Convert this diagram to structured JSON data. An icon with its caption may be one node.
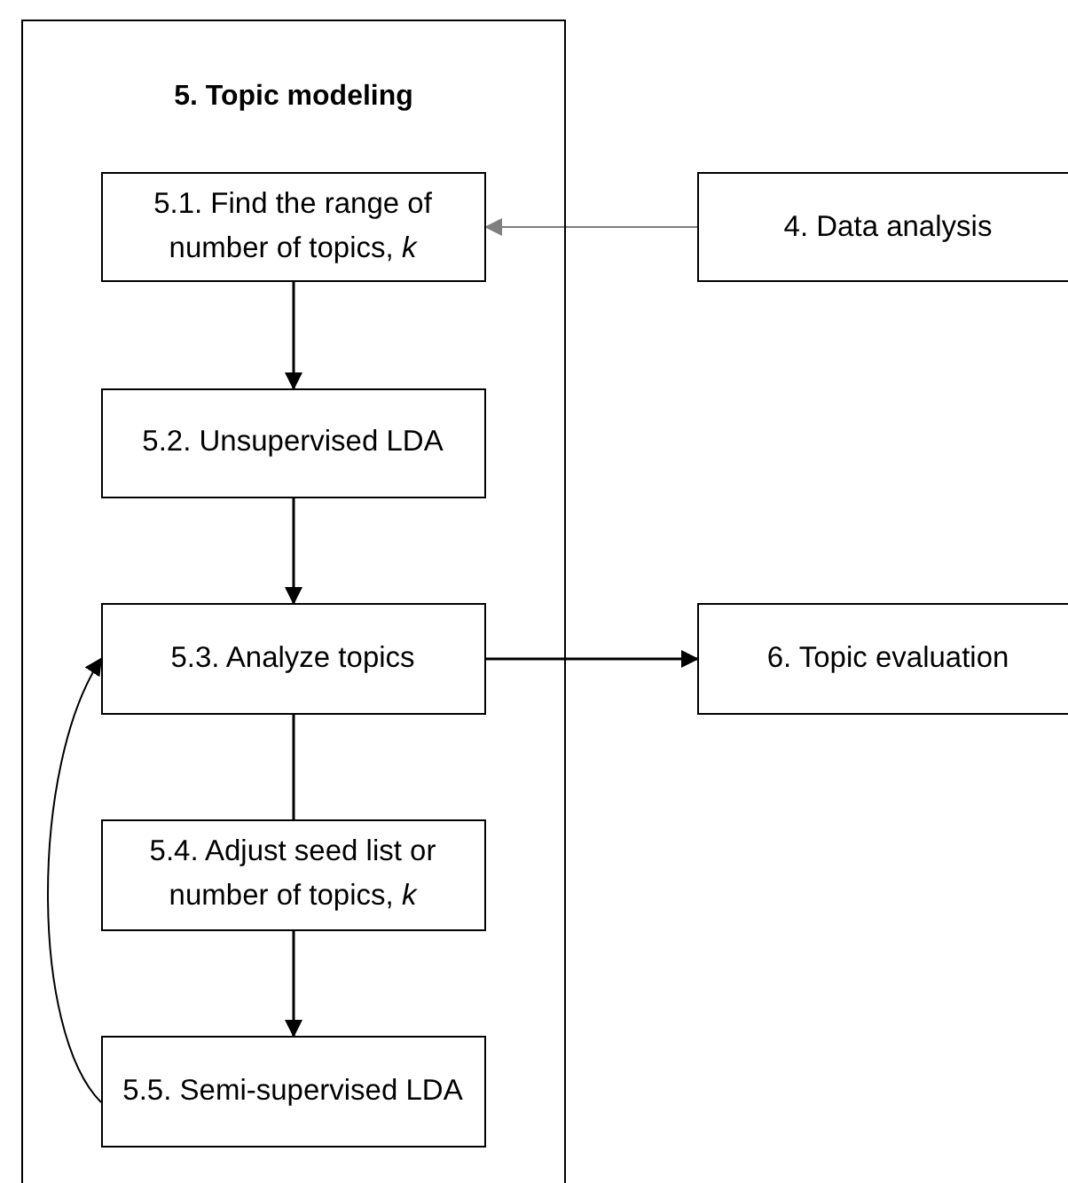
{
  "diagram": {
    "nodes": [
      {
        "text": [
          "5. Topic modeling"
        ]
      },
      {
        "text": [
          "5.1. Find the range of number of topics, *k*"
        ],
        "in": 0
      },
      {
        "text": [
          "5.2. Unsupervised LDA"
        ],
        "in": 0
      },
      {
        "text": [
          "5.3. Analyze topics"
        ],
        "in": 0
      },
      {
        "text": [
          "5.4. Adjust seed list or number of topics, *k*"
        ],
        "in": 0
      },
      {
        "text": [
          "5.5. Semi-supervised LDA"
        ],
        "in": 0
      },
      {
        "text": [
          "4. Data analysis"
        ]
      },
      {
        "text": [
          "6. Topic evaluation"
        ]
      }
    ],
    "edges": [
      {
        "from": 6,
        "to": 1,
        "arrow": "to",
        "color": "#7f7f7f"
      },
      {
        "from": 1,
        "to": 2,
        "arrow": "to"
      },
      {
        "from": 2,
        "to": 3,
        "arrow": "to"
      },
      {
        "from": 3,
        "to": 7,
        "arrow": "to"
      },
      {
        "from": 3,
        "to": 4,
        "arrow": "none"
      },
      {
        "from": 4,
        "to": 5,
        "arrow": "to"
      },
      {
        "from": 5,
        "to": 3,
        "arrow": "to"
      }
    ]
  }
}
